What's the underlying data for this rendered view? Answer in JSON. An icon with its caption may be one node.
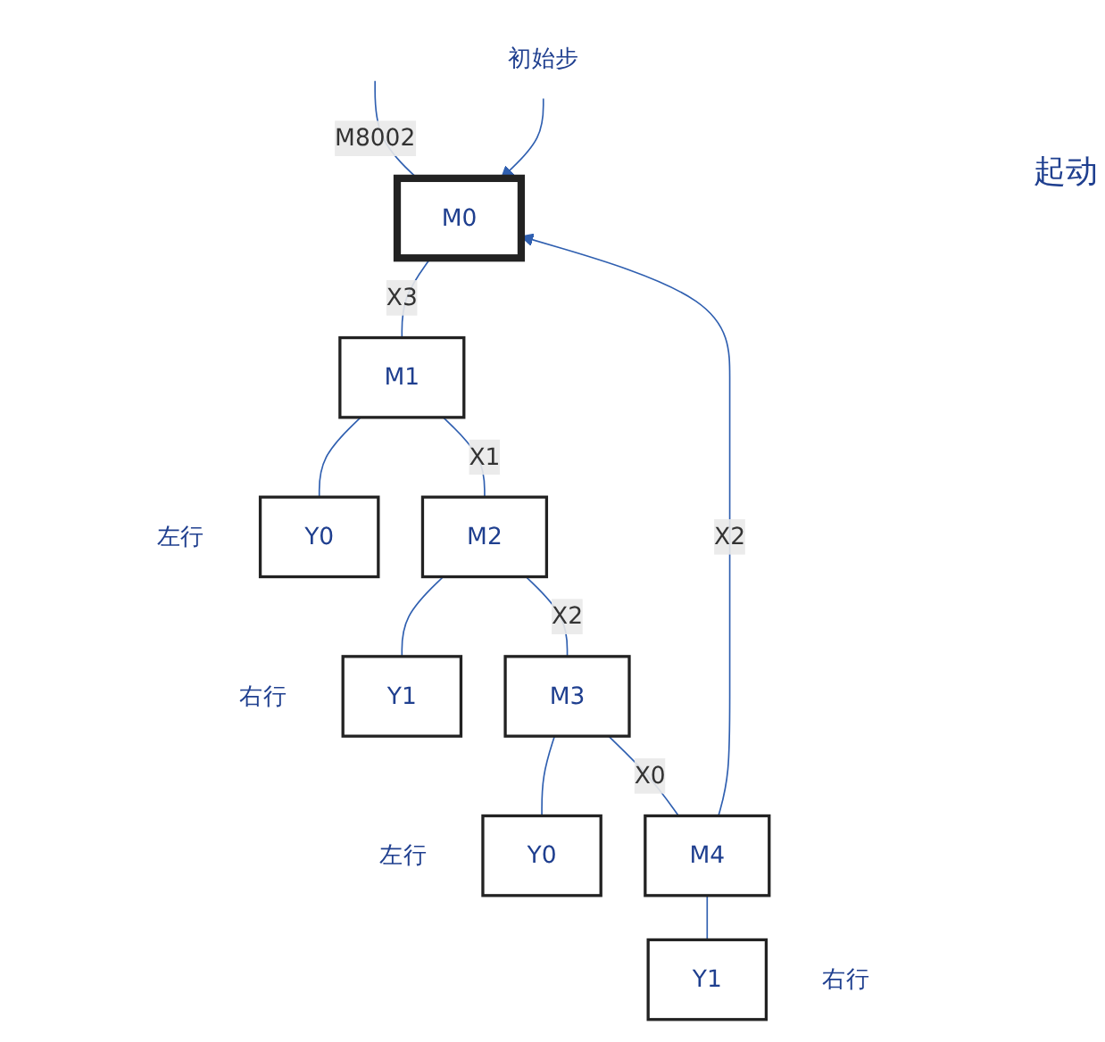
{
  "diagram": {
    "nodes": [
      {
        "text": [
          "M0"
        ]
      },
      {
        "text": [
          "初始步"
        ]
      },
      {
        "text": [
          "M1"
        ]
      },
      {
        "text": [
          "Y0"
        ],
        "beside": [
          "左行"
        ]
      },
      {
        "text": [
          "M2"
        ]
      },
      {
        "text": [
          "Y1"
        ],
        "beside": [
          "右行"
        ]
      },
      {
        "text": [
          "M3"
        ]
      },
      {
        "text": [
          "Y0"
        ],
        "beside": [
          "左行"
        ]
      },
      {
        "text": [
          "M4"
        ]
      },
      {
        "text": [
          "Y1"
        ],
        "beside": [
          "右行"
        ]
      }
    ],
    "edges": [
      {
        "from": null,
        "to": 0,
        "label": "M8002",
        "arrow": "none"
      },
      {
        "from": 1,
        "to": 0,
        "arrow": "to"
      },
      {
        "from": 0,
        "to": 2,
        "label": "X3",
        "arrow": "none"
      },
      {
        "from": 2,
        "to": 3,
        "arrow": "none"
      },
      {
        "from": 2,
        "to": 4,
        "label": "X1",
        "arrow": "none"
      },
      {
        "from": 4,
        "to": 5,
        "arrow": "none"
      },
      {
        "from": 4,
        "to": 6,
        "label": "X2",
        "arrow": "none"
      },
      {
        "from": 6,
        "to": 7,
        "arrow": "none"
      },
      {
        "from": 6,
        "to": 8,
        "label": "X0",
        "arrow": "none"
      },
      {
        "from": 8,
        "to": 9,
        "arrow": "none"
      },
      {
        "from": 8,
        "to": 0,
        "label": "X2",
        "arrow": "to"
      }
    ],
    "labels": [
      "起动"
    ]
  }
}
